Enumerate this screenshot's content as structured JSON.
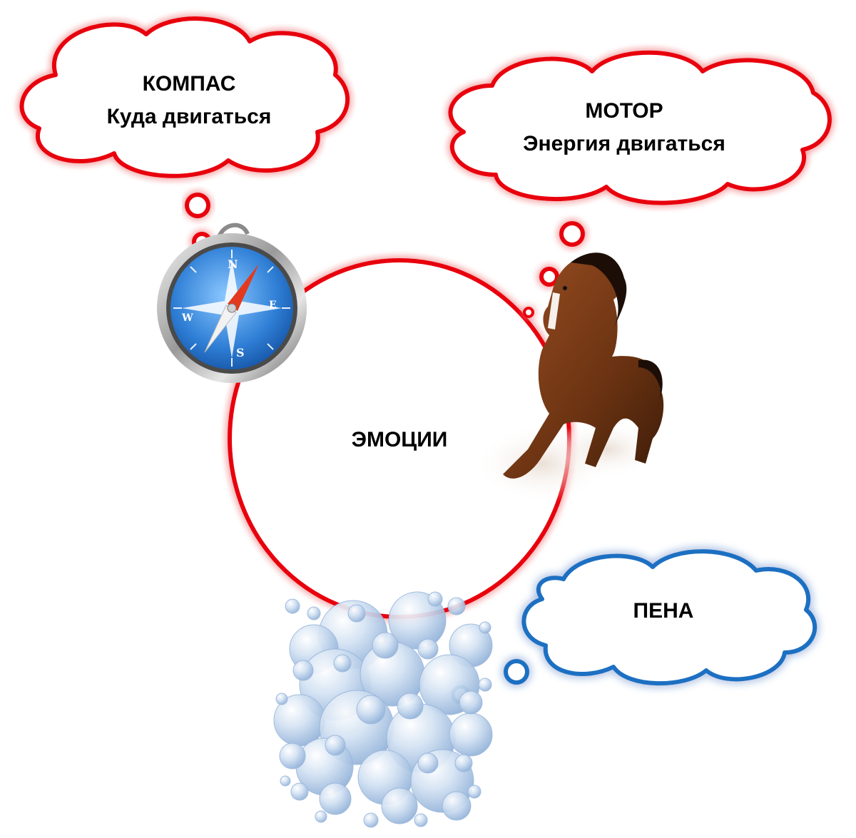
{
  "diagram": {
    "center": {
      "title": "ЭМОЦИИ"
    },
    "compass_bubble": {
      "title": "КОМПАС",
      "subtitle": "Куда двигаться"
    },
    "motor_bubble": {
      "title": "МОТОР",
      "subtitle": "Энергия двигаться"
    },
    "foam_bubble": {
      "title": "ПЕНА"
    },
    "icons": {
      "compass": "compass-icon",
      "horse": "horse-illustration",
      "foam": "foam-bubbles-illustration"
    },
    "colors": {
      "red": "#e8000a",
      "blue": "#1f6fc2",
      "foam": "#a9c3e4"
    }
  }
}
